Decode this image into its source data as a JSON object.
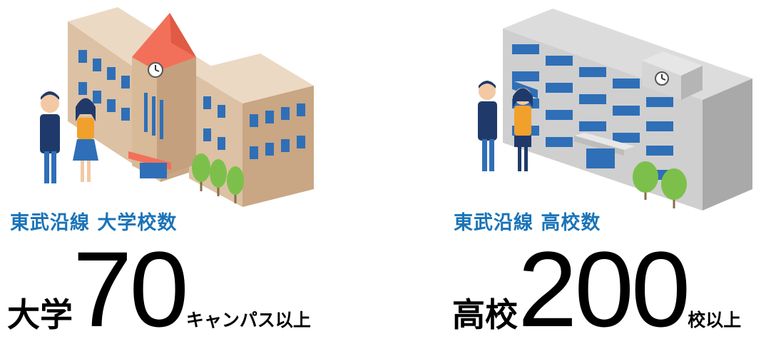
{
  "colors": {
    "accent_blue": "#1a73b8",
    "university_wall": "#dcc1a4",
    "university_roof": "#f27059",
    "highschool_wall": "#cfcfcf",
    "tree": "#7cc04b",
    "student_jacket_orange": "#f2a02c",
    "student_jacket_navy": "#1f3a6a"
  },
  "icons": [
    "university-building-icon",
    "high-school-building-icon",
    "clock-icon",
    "tree-icon",
    "student-icon"
  ],
  "university": {
    "caption": "東武沿線 大学校数",
    "prefix": "大学",
    "number": "70",
    "suffix": "キャンパス以上"
  },
  "highschool": {
    "caption": "東武沿線 高校数",
    "prefix": "高校",
    "number": "200",
    "suffix": "校以上"
  }
}
